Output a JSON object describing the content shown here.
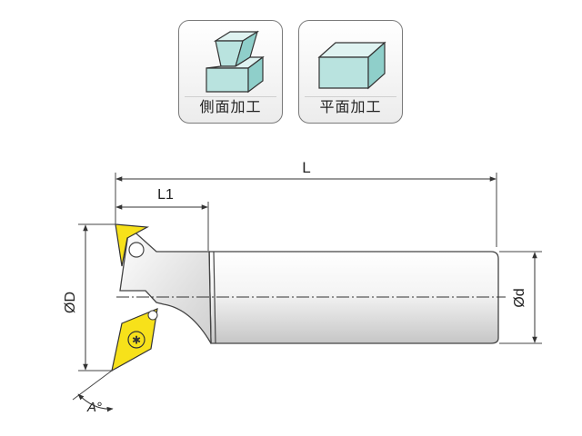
{
  "badges": [
    {
      "label": "側面加工",
      "icon": "side-machining-icon"
    },
    {
      "label": "平面加工",
      "icon": "face-machining-icon"
    }
  ],
  "dimensions": {
    "L": "L",
    "L1": "L1",
    "D": "ØD",
    "d": "Ød",
    "A": "A°"
  },
  "colors": {
    "block": "#b9e3df",
    "insert": "#f7e11a",
    "body_light": "#f6f6f6",
    "body_dark": "#c9c9c9",
    "line": "#333333"
  }
}
